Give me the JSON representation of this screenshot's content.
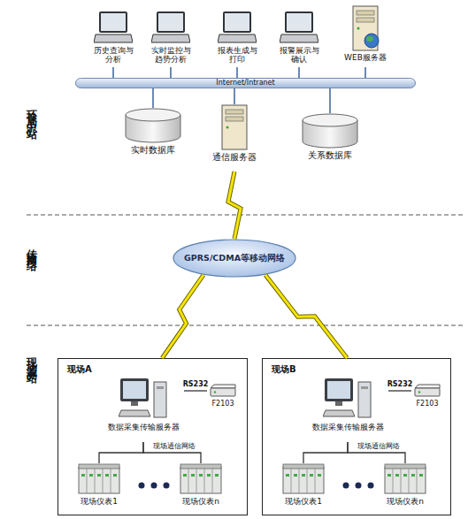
{
  "diagram": {
    "nodes": [
      {
        "text": [
          "历史查询与分析"
        ]
      },
      {
        "text": [
          "实时监控与趋势分析"
        ]
      },
      {
        "text": [
          "报表生成与打印"
        ]
      },
      {
        "text": [
          "报警展示与确认"
        ]
      },
      {
        "text": [
          "WEB服务器"
        ]
      },
      {
        "text": [
          "Internet/Intranet"
        ]
      },
      {
        "text": [
          "实时数据库"
        ]
      },
      {
        "text": [
          "通信服务器"
        ]
      },
      {
        "text": [
          "关系数据库"
        ]
      },
      {
        "text": [
          "GPRS/CDMA等移动网络"
        ]
      },
      {
        "text": [
          "现场A"
        ]
      },
      {
        "text": [
          "数据采集传输服务器"
        ],
        "in": 10
      },
      {
        "text": [
          "F2103"
        ],
        "in": 10
      },
      {
        "text": [
          "现场仪表1"
        ],
        "in": 10
      },
      {
        "text": [
          "现场仪表n"
        ],
        "in": 10
      },
      {
        "text": [
          "现场B"
        ]
      },
      {
        "text": [
          "数据采集传输服务器"
        ],
        "in": 15
      },
      {
        "text": [
          "F2103"
        ],
        "in": 15
      },
      {
        "text": [
          "现场仪表1"
        ],
        "in": 15
      },
      {
        "text": [
          "现场仪表n"
        ],
        "in": 15
      }
    ],
    "edges": [
      {
        "from": 0,
        "to": 5,
        "arrow": "none"
      },
      {
        "from": 1,
        "to": 5,
        "arrow": "none"
      },
      {
        "from": 2,
        "to": 5,
        "arrow": "none"
      },
      {
        "from": 3,
        "to": 5,
        "arrow": "none"
      },
      {
        "from": 4,
        "to": 5,
        "arrow": "none"
      },
      {
        "from": 5,
        "to": 6,
        "arrow": "none"
      },
      {
        "from": 5,
        "to": 7,
        "arrow": "none"
      },
      {
        "from": 5,
        "to": 8,
        "arrow": "none"
      },
      {
        "from": 7,
        "to": 9,
        "arrow": "none"
      },
      {
        "from": 9,
        "to": 10,
        "arrow": "none"
      },
      {
        "from": 9,
        "to": 15,
        "arrow": "none"
      },
      {
        "from": 11,
        "to": 12,
        "label": "RS232",
        "arrow": "none"
      },
      {
        "from": 11,
        "to": 13,
        "arrow": "none"
      },
      {
        "from": 11,
        "to": 14,
        "arrow": "none"
      },
      {
        "from": 16,
        "to": 17,
        "label": "RS232",
        "arrow": "none"
      },
      {
        "from": 16,
        "to": 18,
        "arrow": "none"
      },
      {
        "from": 16,
        "to": 19,
        "arrow": "none"
      }
    ],
    "labels": [
      "环保局中心站",
      "传输网络",
      "现场监测站",
      "现场通信网络",
      "现场通信网络"
    ]
  }
}
